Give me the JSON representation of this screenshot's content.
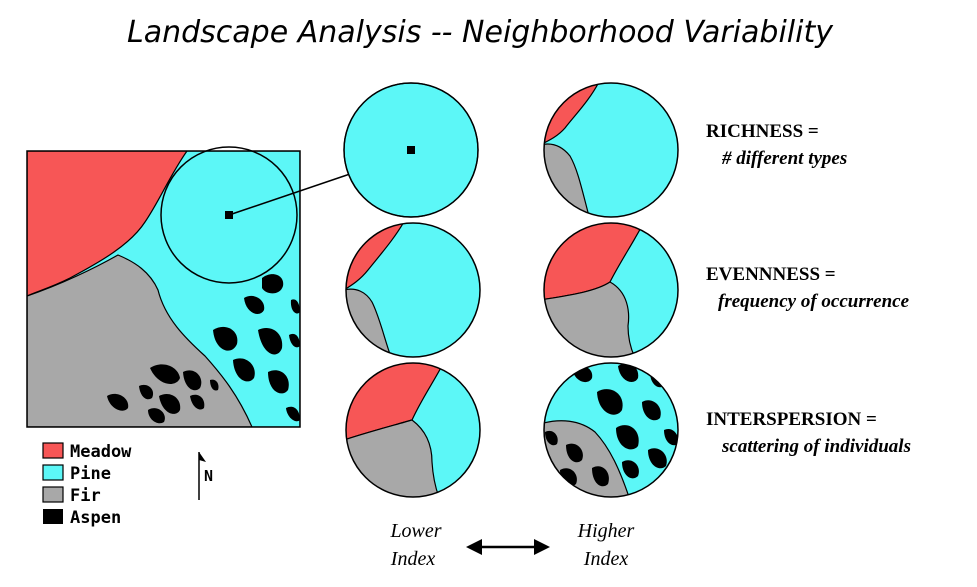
{
  "title": "Landscape Analysis -- Neighborhood Variability",
  "colors": {
    "meadow": "#f75656",
    "pine": "#5cf7f7",
    "fir": "#a8a8a8",
    "aspen": "#000000",
    "outline": "#000000"
  },
  "legend": {
    "items": [
      {
        "label": "Meadow",
        "color_key": "meadow"
      },
      {
        "label": "Pine",
        "color_key": "pine"
      },
      {
        "label": "Fir",
        "color_key": "fir"
      },
      {
        "label": "Aspen",
        "color_key": "aspen"
      }
    ]
  },
  "north_label": "N",
  "metrics": [
    {
      "name": "RICHNESS =",
      "desc": "# different types"
    },
    {
      "name": "EVENNNESS =",
      "desc": "frequency of occurrence"
    },
    {
      "name": "INTERSPERSION =",
      "desc": "scattering of individuals"
    }
  ],
  "index_axis": {
    "lower": [
      "Lower",
      "Index"
    ],
    "higher": [
      "Higher",
      "Index"
    ]
  }
}
